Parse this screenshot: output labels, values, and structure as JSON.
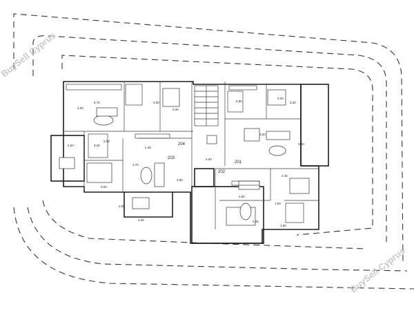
{
  "watermark": {
    "top_left": "BuySell Cyprus",
    "bottom_right": "BuySell Cyprus"
  },
  "units": {
    "u201": "201",
    "u202": "202",
    "u203": "203",
    "u204": "204"
  },
  "dims": {
    "d1": "5.70",
    "d2": "4.45",
    "d3": "4.00",
    "d4": "3.20",
    "d5": "1.50",
    "d6": "3.00",
    "d7": "3.40",
    "d8": "3.00",
    "d9": "3.40",
    "d10": "2.60",
    "d11": "4.25",
    "d12": "2.00",
    "d13": "3.70",
    "d14": "2.50",
    "d15": "2.40",
    "d16": "4.50",
    "d17": "1.50",
    "d18": "2.00",
    "d19": "3.20",
    "d20": "4.25",
    "d21": "3.40",
    "d22": "3.00",
    "d23": "2.50",
    "d24": "1.50"
  }
}
